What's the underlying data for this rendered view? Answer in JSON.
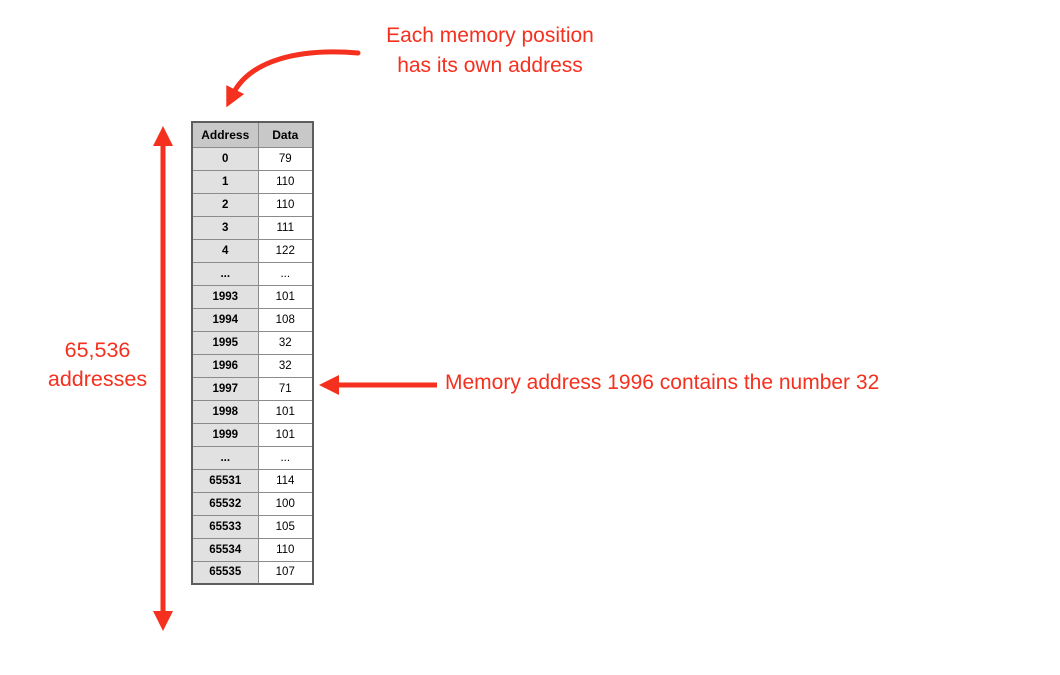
{
  "annotations": {
    "top": {
      "line1": "Each memory position",
      "line2": "has its own address"
    },
    "left": {
      "line1": "65,536",
      "line2": "addresses"
    },
    "right": {
      "text": "Memory address 1996 contains the number 32"
    }
  },
  "table": {
    "headers": [
      "Address",
      "Data"
    ],
    "rows": [
      [
        "0",
        "79"
      ],
      [
        "1",
        "110"
      ],
      [
        "2",
        "110"
      ],
      [
        "3",
        "111"
      ],
      [
        "4",
        "122"
      ],
      [
        "...",
        "..."
      ],
      [
        "1993",
        "101"
      ],
      [
        "1994",
        "108"
      ],
      [
        "1995",
        "32"
      ],
      [
        "1996",
        "32"
      ],
      [
        "1997",
        "71"
      ],
      [
        "1998",
        "101"
      ],
      [
        "1999",
        "101"
      ],
      [
        "...",
        "..."
      ],
      [
        "65531",
        "114"
      ],
      [
        "65532",
        "100"
      ],
      [
        "65533",
        "105"
      ],
      [
        "65534",
        "110"
      ],
      [
        "65535",
        "107"
      ]
    ]
  },
  "colors": {
    "annotation_red": "#f5301e",
    "header_bg": "#c8c8c8",
    "address_bg": "#e1e1e1",
    "data_bg": "#ffffff"
  }
}
